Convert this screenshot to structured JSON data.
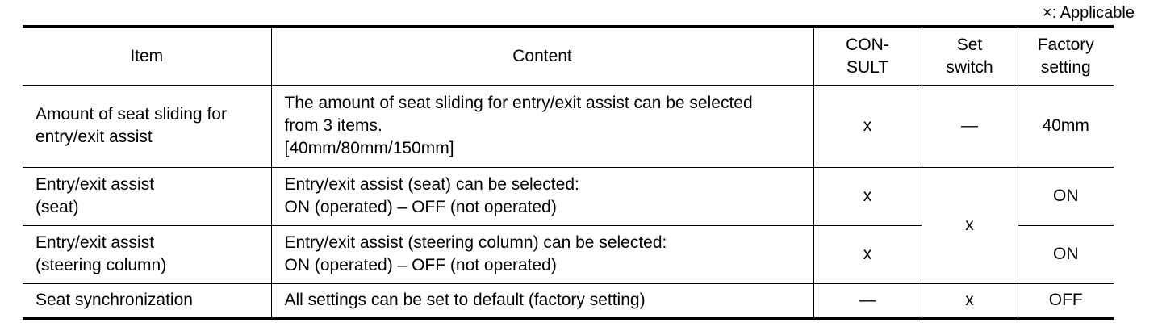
{
  "legend": "×: Applicable",
  "table": {
    "headers": {
      "item": "Item",
      "content": "Content",
      "consult": [
        "CON-",
        "SULT"
      ],
      "set_switch": [
        "Set",
        "switch"
      ],
      "factory_setting": [
        "Factory",
        "setting"
      ]
    },
    "rows": [
      {
        "item": [
          "Amount of seat sliding for",
          "entry/exit assist"
        ],
        "content": [
          "The amount of seat sliding for entry/exit assist can be selected",
          "from 3 items.",
          "[40mm/80mm/150mm]"
        ],
        "consult": "x",
        "set_switch": "—",
        "factory_setting": "40mm"
      },
      {
        "item": [
          "Entry/exit assist",
          "(seat)"
        ],
        "content": [
          "Entry/exit assist (seat) can be selected:",
          "ON (operated) – OFF (not operated)"
        ],
        "consult": "x",
        "set_switch": "x",
        "factory_setting": "ON"
      },
      {
        "item": [
          "Entry/exit assist",
          "(steering column)"
        ],
        "content": [
          "Entry/exit assist (steering column) can be selected:",
          "ON (operated) – OFF (not operated)"
        ],
        "consult": "x",
        "factory_setting": "ON"
      },
      {
        "item": [
          "Seat synchronization"
        ],
        "content": [
          "All settings can be set to default (factory setting)"
        ],
        "consult": "—",
        "set_switch": "x",
        "factory_setting": "OFF"
      }
    ]
  }
}
